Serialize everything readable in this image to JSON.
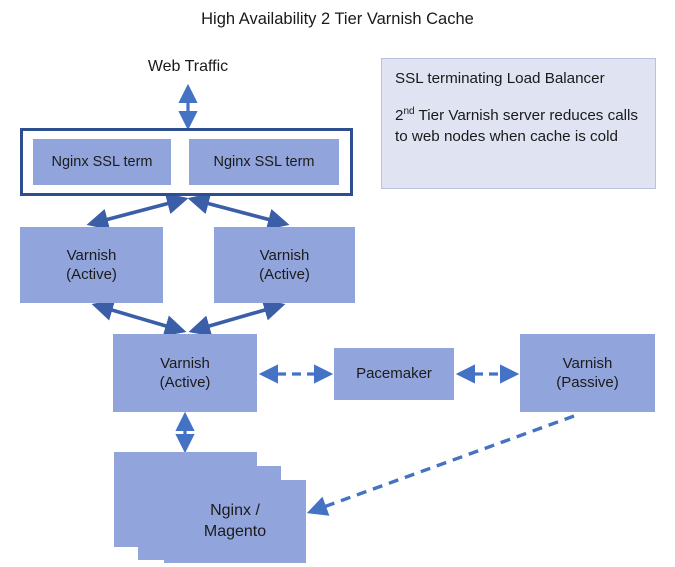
{
  "title": "High Availability 2 Tier Varnish Cache",
  "labels": {
    "web_traffic": "Web Traffic"
  },
  "legend": {
    "line1": "SSL terminating Load Balancer",
    "line2_prefix": "2",
    "line2_sup": "nd",
    "line2_rest": " Tier Varnish server reduces calls to web nodes when cache is cold"
  },
  "nodes": {
    "ssl_left": "Nginx SSL term",
    "ssl_right": "Nginx SSL term",
    "varnish_active_left": "Varnish\n(Active)",
    "varnish_active_right": "Varnish\n(Active)",
    "varnish_active_middle": "Varnish\n(Active)",
    "pacemaker": "Pacemaker",
    "varnish_passive": "Varnish\n(Passive)",
    "web_stack_front": "Nginx /\nMagento"
  },
  "colors": {
    "node_fill": "#91a5dc",
    "arrow_blue": "#4472c4",
    "solid_edge": "#3a5ea8",
    "container_border": "#2e4f8f",
    "legend_fill": "#dfe3f2",
    "legend_border": "#b9c1de",
    "background": "#ffffff"
  }
}
